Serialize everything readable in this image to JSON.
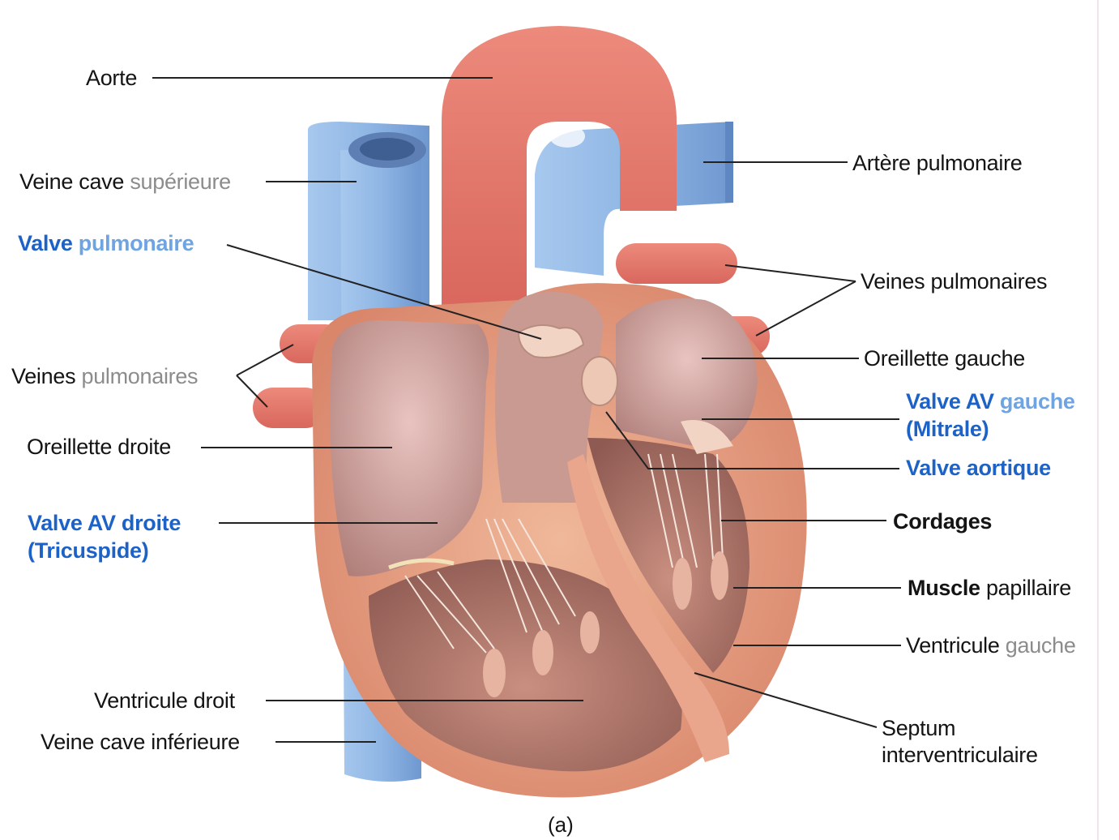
{
  "figure": {
    "caption": "(a)",
    "colors": {
      "aorta": "#e1766a",
      "vein_blue": "#8fb8e6",
      "heart_wall": "#e8a488",
      "chamber": "#c9978f",
      "label_blue": "#1d62c7",
      "label_light_blue": "#6fa4e3",
      "label_grey": "#8c8c8c",
      "leader_line": "#222222"
    }
  },
  "labels": {
    "aorte": "Aorte",
    "veine_cave_sup_a": "Veine cave",
    "veine_cave_sup_b": "supérieure",
    "valve_pulm_a": "Valve",
    "valve_pulm_b": "pulmonaire",
    "veines_pulm_left_a": "Veines",
    "veines_pulm_left_b": "pulmonaires",
    "oreillette_droite": "Oreillette droite",
    "valve_av_droite_1": "Valve AV droite",
    "valve_av_droite_2": "(Tricuspide)",
    "ventricule_droit": "Ventricule droit",
    "veine_cave_inf": "Veine cave inférieure",
    "artere_pulm": "Artère pulmonaire",
    "veines_pulm_right": "Veines pulmonaires",
    "oreillette_gauche": "Oreillette gauche",
    "valve_av_gauche_a": "Valve AV",
    "valve_av_gauche_b": "gauche",
    "mitrale": "(Mitrale)",
    "valve_aortique": "Valve aortique",
    "cordages": "Cordages",
    "muscle_a": "Muscle",
    "muscle_b": "papillaire",
    "ventricule_gauche_a": "Ventricule",
    "ventricule_gauche_b": "gauche",
    "septum_1": "Septum",
    "septum_2": "interventriculaire"
  }
}
